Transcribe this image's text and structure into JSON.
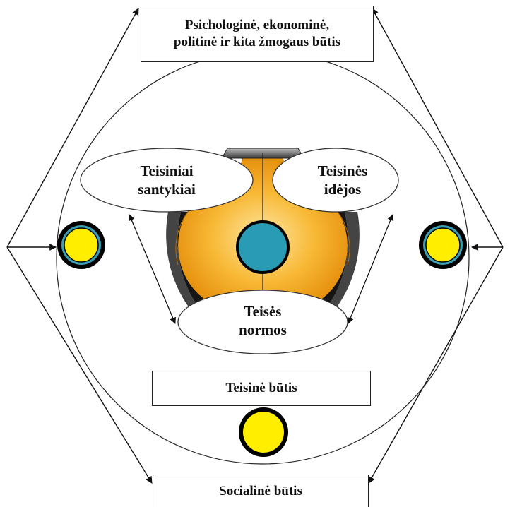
{
  "top_box": {
    "line1": "Psichologinė, ekonominė,",
    "line2": "politinė ir kita žmogaus būtis"
  },
  "ellipse_left": {
    "line1": "Teisiniai",
    "line2": "santykiai"
  },
  "ellipse_right": {
    "line1": "Teisinės",
    "line2": "idėjos"
  },
  "ellipse_bottom": {
    "line1": "Teisės",
    "line2": "normos"
  },
  "legal_box": {
    "label": "Teisinė būtis"
  },
  "social_box": {
    "label": "Socialinė būtis"
  },
  "colors": {
    "gold": "#f6a81c",
    "yellow_node": "#ffee00",
    "teal_center": "#2a9bb5",
    "dark_ring": "#1e1e1e"
  }
}
